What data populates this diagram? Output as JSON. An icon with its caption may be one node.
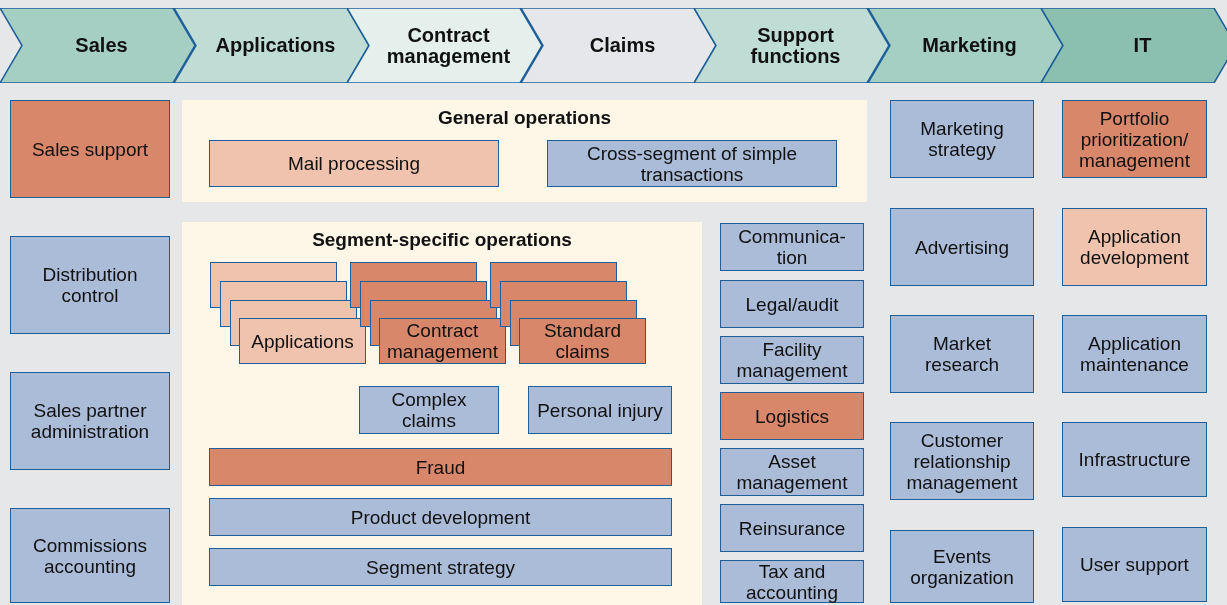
{
  "diagram": {
    "nodes": [
      {
        "text": [
          "Sales"
        ]
      },
      {
        "text": [
          "Applications"
        ]
      },
      {
        "text": [
          "Contract management"
        ]
      },
      {
        "text": [
          "Claims"
        ]
      },
      {
        "text": [
          "Support functions"
        ]
      },
      {
        "text": [
          "Marketing"
        ]
      },
      {
        "text": [
          "IT"
        ]
      },
      {
        "text": [
          "Sales support"
        ]
      },
      {
        "text": [
          "Distribution control"
        ]
      },
      {
        "text": [
          "Sales partner administration"
        ]
      },
      {
        "text": [
          "Commissions accounting"
        ]
      },
      {
        "text": [
          "General operations"
        ]
      },
      {
        "text": [
          "Mail processing"
        ],
        "in": 11
      },
      {
        "text": [
          "Cross-segment of simple transactions"
        ],
        "in": 11
      },
      {
        "text": [
          "Segment-specific operations"
        ]
      },
      {
        "text": [],
        "shape": "box",
        "in": 14
      },
      {
        "text": [],
        "shape": "box",
        "in": 14
      },
      {
        "text": [],
        "shape": "box",
        "in": 14
      },
      {
        "text": [
          "Applications"
        ],
        "in": 14
      },
      {
        "text": [],
        "shape": "box",
        "in": 14
      },
      {
        "text": [],
        "shape": "box",
        "in": 14
      },
      {
        "text": [],
        "shape": "box",
        "in": 14
      },
      {
        "text": [
          "Contract management"
        ],
        "in": 14
      },
      {
        "text": [],
        "shape": "box",
        "in": 14
      },
      {
        "text": [],
        "shape": "box",
        "in": 14
      },
      {
        "text": [],
        "shape": "box",
        "in": 14
      },
      {
        "text": [
          "Standard claims"
        ],
        "in": 14
      },
      {
        "text": [
          "Complex claims"
        ],
        "in": 14
      },
      {
        "text": [
          "Personal injury"
        ],
        "in": 14
      },
      {
        "text": [
          "Fraud"
        ],
        "in": 14
      },
      {
        "text": [
          "Product development"
        ],
        "in": 14
      },
      {
        "text": [
          "Segment strategy"
        ],
        "in": 14
      },
      {
        "text": [
          "Communica- tion"
        ]
      },
      {
        "text": [
          "Legal/audit"
        ]
      },
      {
        "text": [
          "Facility management"
        ]
      },
      {
        "text": [
          "Logistics"
        ]
      },
      {
        "text": [
          "Asset management"
        ]
      },
      {
        "text": [
          "Reinsurance"
        ]
      },
      {
        "text": [
          "Tax and accounting"
        ]
      },
      {
        "text": [
          "Marketing strategy"
        ]
      },
      {
        "text": [
          "Advertising"
        ]
      },
      {
        "text": [
          "Market research"
        ]
      },
      {
        "text": [
          "Customer relationship management"
        ]
      },
      {
        "text": [
          "Events organization"
        ]
      },
      {
        "text": [
          "Portfolio prioritization/ management"
        ]
      },
      {
        "text": [
          "Application development"
        ]
      },
      {
        "text": [
          "Application maintenance"
        ]
      },
      {
        "text": [
          "Infrastructure"
        ]
      },
      {
        "text": [
          "User support"
        ]
      }
    ]
  }
}
